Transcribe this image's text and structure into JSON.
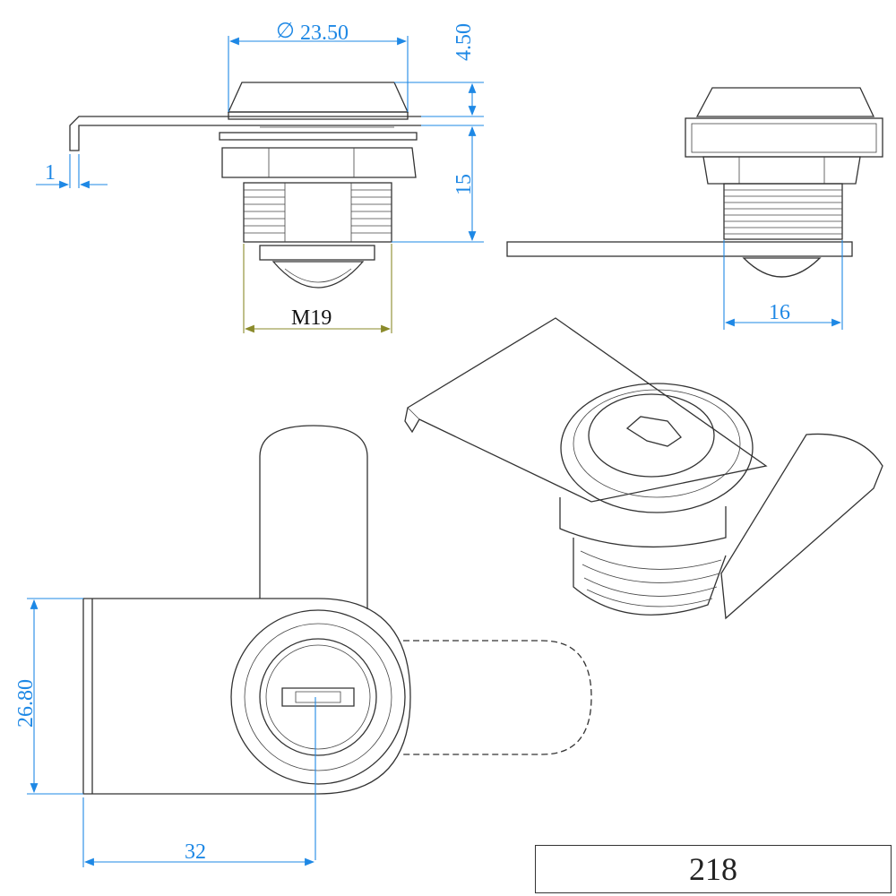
{
  "drawing_number": "218",
  "dimensions": {
    "diameter_symbol": "∅",
    "cap_diameter": "23.50",
    "cap_height": "4.50",
    "body_height": "15",
    "plate_thickness": "1",
    "thread": "M19",
    "side_width": "16",
    "cam_width": "26.80",
    "cam_length": "32"
  },
  "colors": {
    "outline": "#333333",
    "dimension": "#1e88e5",
    "thread_dimension": "#8a8a2a"
  }
}
